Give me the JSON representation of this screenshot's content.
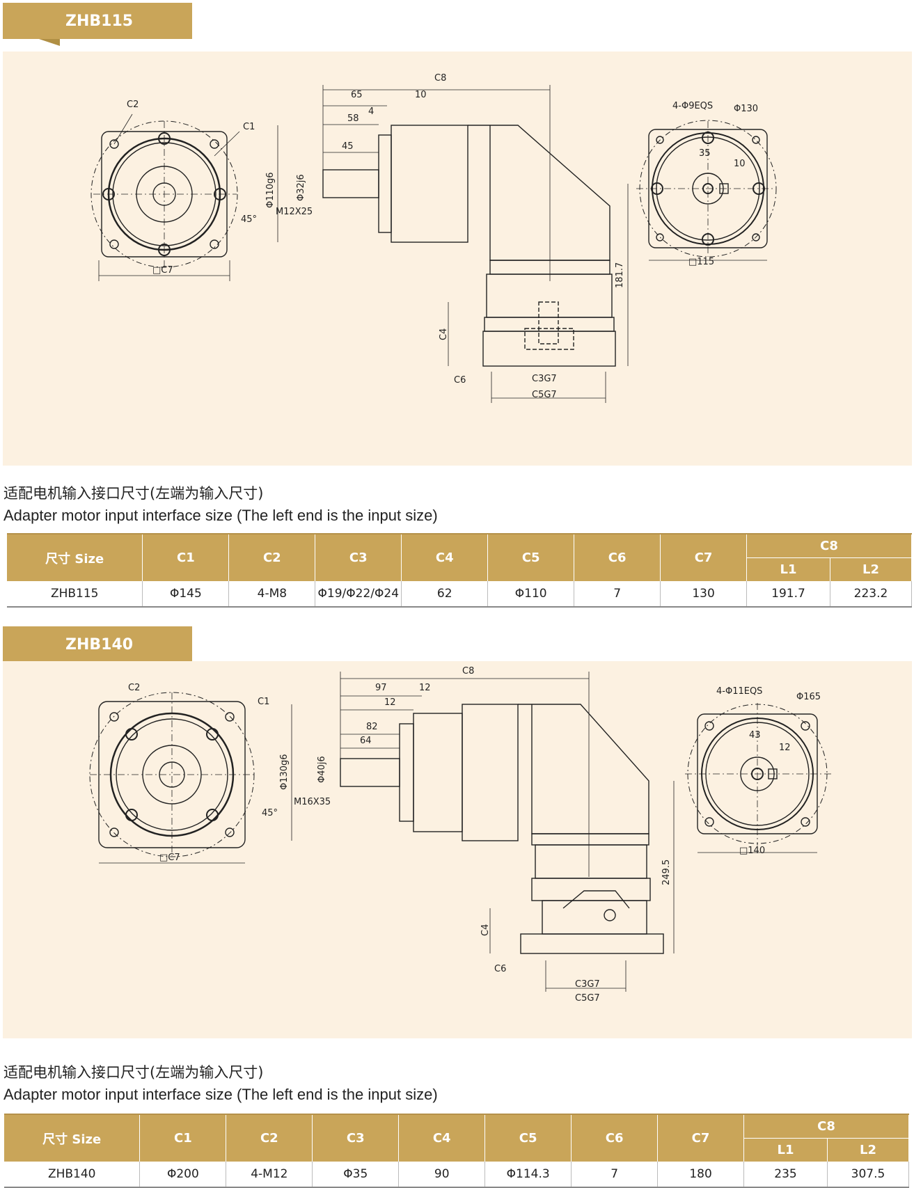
{
  "sections": [
    {
      "model": "ZHB115",
      "caption_cn": "适配电机输入接口尺寸(左端为输入尺寸)",
      "caption_en": "Adapter motor input interface size (The left end is the input size)",
      "drawing_labels": {
        "c2": "C2",
        "c1": "C1",
        "c7": "□C7",
        "angle": "45°",
        "c8": "C8",
        "d65": "65",
        "d10": "10",
        "d4": "4",
        "d58": "58",
        "d45": "45",
        "phi_flange": "Φ110g6",
        "phi_shaft": "Φ32j6",
        "thread": "M12X25",
        "c4": "C4",
        "c6": "C6",
        "c3": "C3G7",
        "c5": "C5G7",
        "height": "181.7",
        "holes": "4-Φ9EQS",
        "phi_pcd": "Φ130",
        "key_w": "35",
        "key_d": "10",
        "square": "□115"
      },
      "table": {
        "size_header": "尺寸 Size",
        "headers": [
          "C1",
          "C2",
          "C3",
          "C4",
          "C5",
          "C6",
          "C7"
        ],
        "c8_header": "C8",
        "c8_sub": [
          "L1",
          "L2"
        ],
        "row": [
          "ZHB115",
          "Φ145",
          "4-M8",
          "Φ19/Φ22/Φ24",
          "62",
          "Φ110",
          "7",
          "130",
          "191.7",
          "223.2"
        ]
      }
    },
    {
      "model": "ZHB140",
      "caption_cn": "适配电机输入接口尺寸(左端为输入尺寸)",
      "caption_en": "Adapter motor input interface size (The left end is the input size)",
      "drawing_labels": {
        "c2": "C2",
        "c1": "C1",
        "c7": "□C7",
        "angle": "45°",
        "c8": "C8",
        "d65": "97",
        "d10": "12",
        "d4": "12",
        "d58": "82",
        "d45": "64",
        "phi_flange": "Φ130g6",
        "phi_shaft": "Φ40j6",
        "thread": "M16X35",
        "c4": "C4",
        "c6": "C6",
        "c3": "C3G7",
        "c5": "C5G7",
        "height": "249.5",
        "holes": "4-Φ11EQS",
        "phi_pcd": "Φ165",
        "key_w": "43",
        "key_d": "12",
        "square": "□140"
      },
      "table": {
        "size_header": "尺寸 Size",
        "headers": [
          "C1",
          "C2",
          "C3",
          "C4",
          "C5",
          "C6",
          "C7"
        ],
        "c8_header": "C8",
        "c8_sub": [
          "L1",
          "L2"
        ],
        "row": [
          "ZHB140",
          "Φ200",
          "4-M12",
          "Φ35",
          "90",
          "Φ114.3",
          "7",
          "180",
          "235",
          "307.5"
        ]
      }
    }
  ]
}
